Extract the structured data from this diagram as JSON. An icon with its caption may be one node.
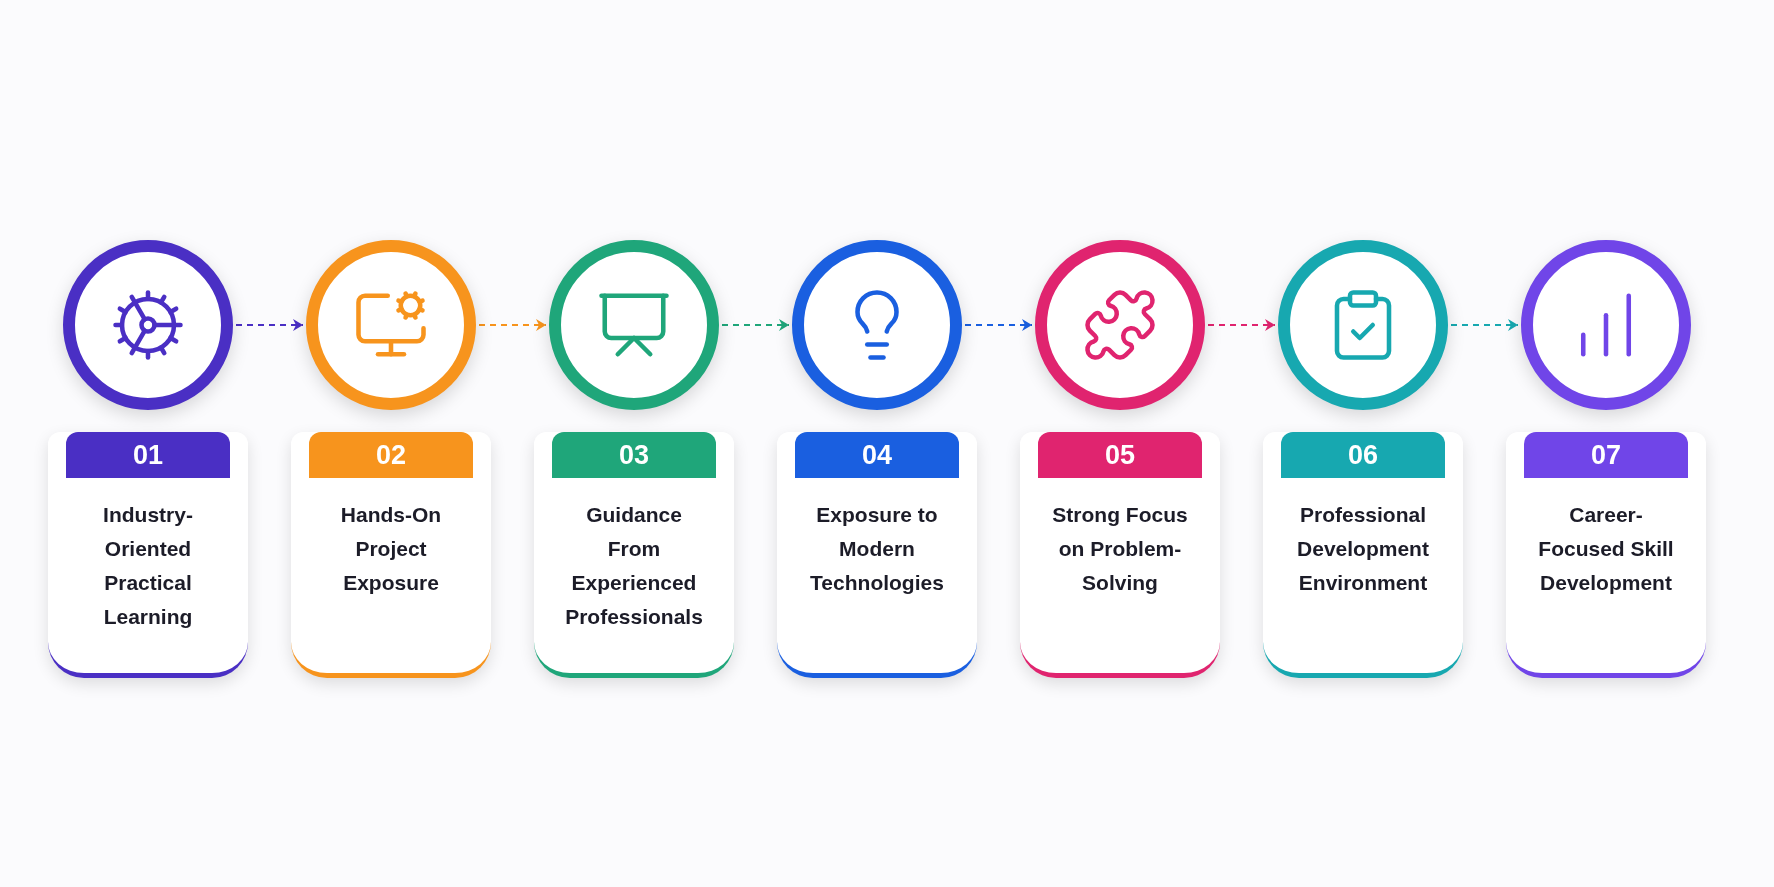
{
  "diagram": {
    "nodes": [
      {
        "text": [],
        "shape": "circle"
      },
      {
        "text": [
          "01",
          "Industry-Oriented Practical Learning"
        ]
      },
      {
        "text": [],
        "shape": "circle"
      },
      {
        "text": [
          "02",
          "Hands-On Project Exposure"
        ]
      },
      {
        "text": [],
        "shape": "circle"
      },
      {
        "text": [
          "03",
          "Guidance From Experienced Professionals"
        ]
      },
      {
        "text": [],
        "shape": "circle"
      },
      {
        "text": [
          "04",
          "Exposure to Modern Technologies"
        ]
      },
      {
        "text": [],
        "shape": "circle"
      },
      {
        "text": [
          "05",
          "Strong Focus on Problem-Solving"
        ]
      },
      {
        "text": [],
        "shape": "circle"
      },
      {
        "text": [
          "06",
          "Professional Development Environment"
        ]
      },
      {
        "text": [],
        "shape": "circle"
      },
      {
        "text": [
          "07",
          "Career-Focused Skill Development"
        ]
      }
    ],
    "edges": [
      {
        "from": 0,
        "to": 2,
        "arrow": "to",
        "style": "dashed",
        "color": "#4a2fc4"
      },
      {
        "from": 2,
        "to": 4,
        "arrow": "to",
        "style": "dashed",
        "color": "#f7941d"
      },
      {
        "from": 4,
        "to": 6,
        "arrow": "to",
        "style": "dashed",
        "color": "#1fa67a"
      },
      {
        "from": 6,
        "to": 8,
        "arrow": "to",
        "style": "dashed",
        "color": "#1a5fe0"
      },
      {
        "from": 8,
        "to": 10,
        "arrow": "to",
        "style": "dashed",
        "color": "#e0246f"
      },
      {
        "from": 10,
        "to": 12,
        "arrow": "to",
        "style": "dashed",
        "color": "#17a8b0"
      }
    ]
  }
}
